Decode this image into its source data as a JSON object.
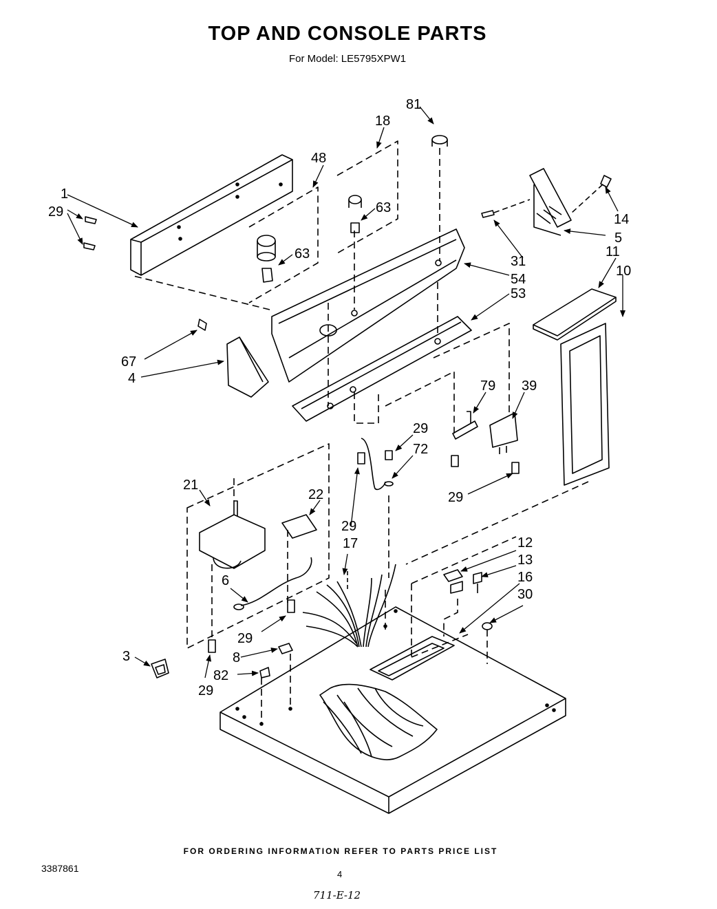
{
  "title": "TOP AND CONSOLE PARTS",
  "subtitle": "For Model: LE5795XPW1",
  "footer": "FOR ORDERING INFORMATION REFER TO PARTS PRICE LIST",
  "doc_number": "3387861",
  "page_number": "4",
  "handwritten_note": "711-E-12",
  "callouts": [
    "81",
    "18",
    "48",
    "1",
    "29",
    "63",
    "63",
    "14",
    "5",
    "31",
    "11",
    "10",
    "54",
    "53",
    "67",
    "4",
    "79",
    "39",
    "29",
    "72",
    "29",
    "21",
    "22",
    "29",
    "17",
    "12",
    "13",
    "16",
    "6",
    "30",
    "29",
    "3",
    "8",
    "82",
    "29"
  ]
}
